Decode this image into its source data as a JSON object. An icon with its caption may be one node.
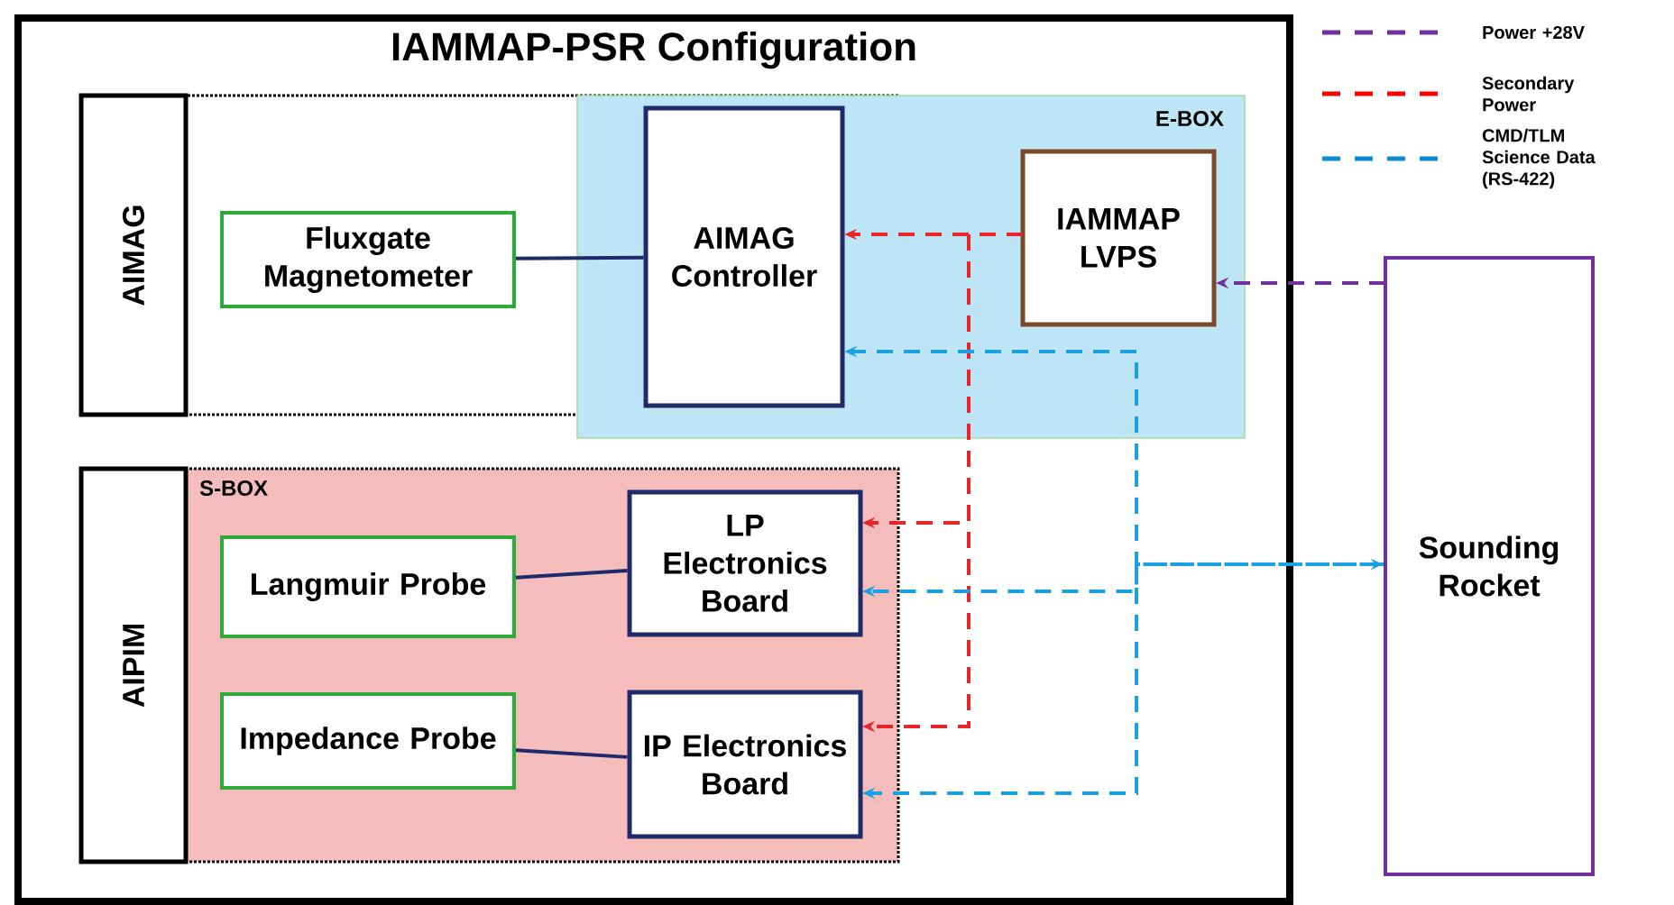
{
  "diagram": {
    "nodes": [
      {
        "text": [
          "IAMMAP-PSR Configuration"
        ]
      },
      {
        "text": [],
        "shape": "box",
        "in": 0
      },
      {
        "text": [
          "AIMAG"
        ],
        "in": 1
      },
      {
        "text": [
          "Fluxgate Magnetometer"
        ],
        "in": 1
      },
      {
        "text": [
          "E-BOX"
        ],
        "in": 0
      },
      {
        "text": [
          "AIMAG Controller"
        ]
      },
      {
        "text": [
          "IAMMAP LVPS"
        ],
        "in": 4
      },
      {
        "text": [
          "S-BOX"
        ],
        "in": 0
      },
      {
        "text": [
          "AIPIM"
        ],
        "in": 7
      },
      {
        "text": [
          "Langmuir Probe"
        ],
        "in": 7
      },
      {
        "text": [
          "LP Electronics Board"
        ],
        "in": 7
      },
      {
        "text": [
          "Impedance Probe"
        ],
        "in": 7
      },
      {
        "text": [
          "IP Electronics Board"
        ],
        "in": 7
      },
      {
        "text": [
          "Sounding Rocket"
        ]
      }
    ],
    "edges": [
      {
        "from": 3,
        "to": 5,
        "arrow": "none"
      },
      {
        "from": 9,
        "to": 10,
        "arrow": "none"
      },
      {
        "from": 11,
        "to": 12,
        "arrow": "none"
      },
      {
        "from": 6,
        "to": 5,
        "arrow": "to",
        "style": "dashed",
        "color": "#e8262a"
      },
      {
        "from": 6,
        "to": 10,
        "arrow": "to",
        "style": "dashed",
        "color": "#e8262a"
      },
      {
        "from": 6,
        "to": 12,
        "arrow": "to",
        "style": "dashed",
        "color": "#e8262a"
      },
      {
        "from": 13,
        "to": 6,
        "arrow": "to",
        "style": "dashed",
        "color": "#7030a0"
      },
      {
        "from": 13,
        "to": 5,
        "arrow": "to",
        "style": "dashed",
        "color": "#1ba1e2"
      },
      {
        "from": 13,
        "to": 10,
        "arrow": "both",
        "style": "dashed",
        "color": "#1ba1e2"
      },
      {
        "from": 13,
        "to": 12,
        "arrow": "to",
        "style": "dashed",
        "color": "#1ba1e2"
      }
    ],
    "legend": [
      {
        "text": "Power +28V"
      },
      {
        "text": "Secondary Power"
      },
      {
        "text": "CMD/TLM Science Data (RS-422)"
      }
    ]
  }
}
